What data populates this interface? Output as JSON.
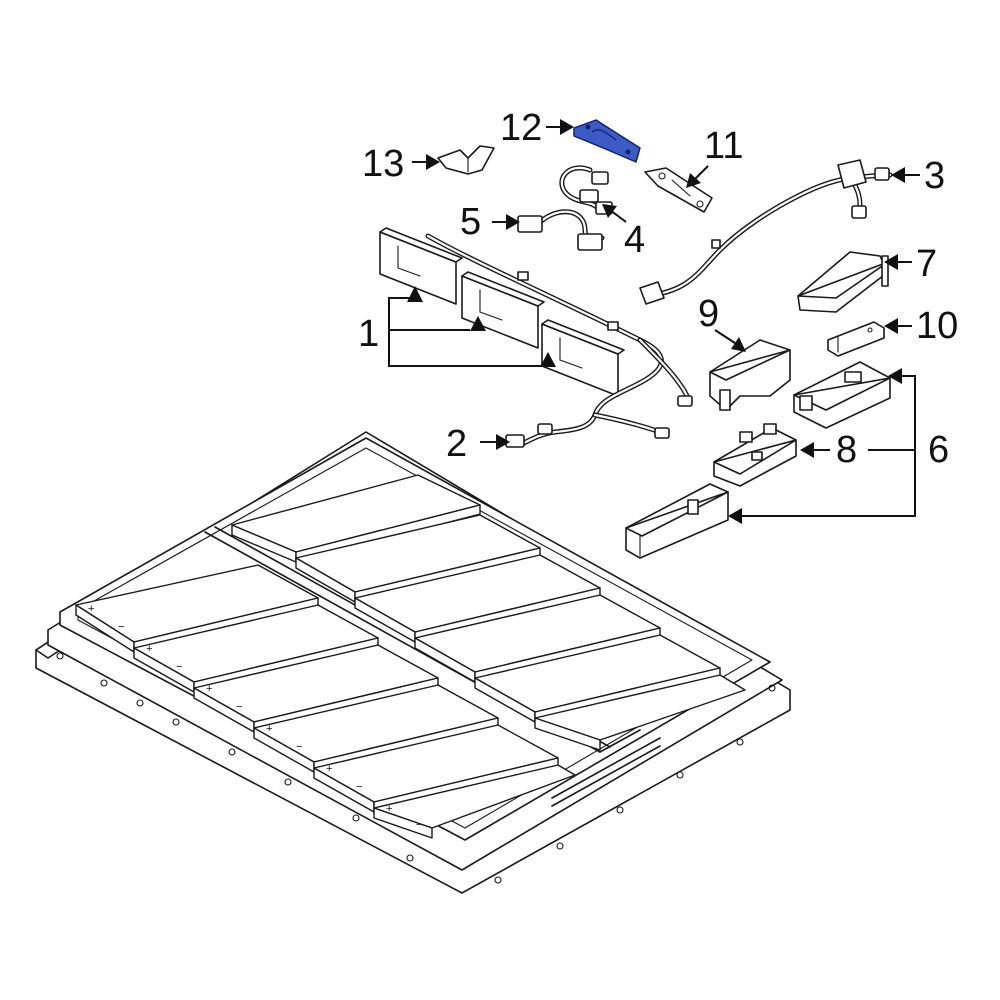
{
  "diagram": {
    "highlight_color": "#3d5bc4",
    "callouts": [
      {
        "id": "1",
        "label": "1"
      },
      {
        "id": "2",
        "label": "2"
      },
      {
        "id": "3",
        "label": "3"
      },
      {
        "id": "4",
        "label": "4"
      },
      {
        "id": "5",
        "label": "5"
      },
      {
        "id": "6",
        "label": "6"
      },
      {
        "id": "7",
        "label": "7"
      },
      {
        "id": "8",
        "label": "8"
      },
      {
        "id": "9",
        "label": "9"
      },
      {
        "id": "10",
        "label": "10"
      },
      {
        "id": "11",
        "label": "11"
      },
      {
        "id": "12",
        "label": "12"
      },
      {
        "id": "13",
        "label": "13"
      }
    ],
    "cell_terminal_marks": {
      "plus": "+",
      "minus": "−"
    }
  }
}
